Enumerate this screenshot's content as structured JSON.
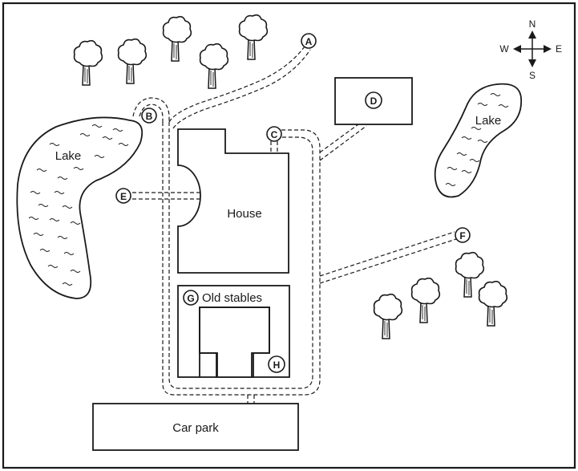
{
  "compass": {
    "north": "N",
    "south": "S",
    "east": "E",
    "west": "W"
  },
  "labels": {
    "lake_west": "Lake",
    "lake_east": "Lake",
    "house": "House",
    "old_stables": "Old stables",
    "car_park": "Car park"
  },
  "markers": {
    "A": "A",
    "B": "B",
    "C": "C",
    "D": "D",
    "E": "E",
    "F": "F",
    "G": "G",
    "H": "H"
  }
}
